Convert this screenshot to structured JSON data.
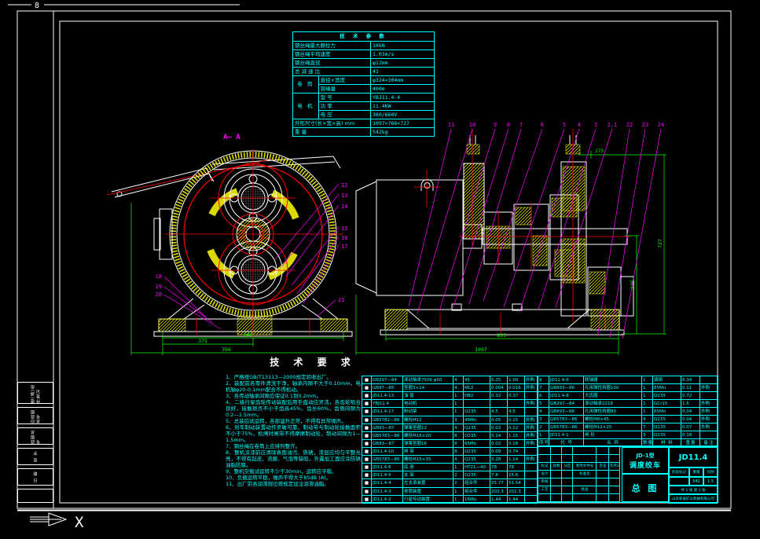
{
  "frame": {
    "fold_mark": "8",
    "ucs_x_label": "X"
  },
  "margin_blocks": [
    "借(通)用件登记",
    "旧底图总号",
    "底图总号",
    "签 字",
    "日 期",
    ""
  ],
  "spec_table": {
    "title": "技 术 参 数",
    "max_pull": {
      "label": "钢丝绳最大静拉力",
      "value": "10kN"
    },
    "rope_speed": {
      "label": "钢丝绳平均速度",
      "value": "1.03m/s"
    },
    "rope_dia": {
      "label": "钢丝绳直径",
      "value": "φ12mm"
    },
    "ratio": {
      "label": "总 减 速 比",
      "value": "41"
    },
    "drum": {
      "label": "卷 筒",
      "dims_label": "直径×宽度",
      "dims": "φ324×304mm",
      "capacity_label": "容绳量",
      "capacity": "400m"
    },
    "motor": {
      "label": "电 机",
      "model_label": "型 号",
      "model": "YBJ11.4-4",
      "power_label": "功 率",
      "power": "11.4KW",
      "voltage_label": "电 压",
      "voltage": "380/660V"
    },
    "overall": {
      "label": "外形尺寸(长×宽×高) mm",
      "value": "1097×766×727"
    },
    "weight": {
      "label": "重   量",
      "value": "542kg"
    }
  },
  "left_view": {
    "section_label": "A— A",
    "dims": {
      "width_base": "640",
      "width_half": "375",
      "width_total": "766"
    },
    "leaders_right": [
      "12",
      "13",
      "14",
      "15",
      "16",
      "17"
    ],
    "leaders_left": [
      "18",
      "19",
      "20"
    ],
    "leader_21": "21"
  },
  "right_view": {
    "leaders_top": [
      "11",
      "10",
      "9",
      "8",
      "7",
      "6",
      "5",
      "4",
      "3",
      "2,1",
      "22",
      "23",
      "24"
    ],
    "dims": {
      "base": "865",
      "total_length": "1097",
      "total_height": "727",
      "height_inner": "325",
      "top_offset": "173"
    }
  },
  "tech_requirements": {
    "title": "技 术 要 求",
    "items": [
      "严格按GB/T13113—2000规定验收出厂。",
      "装配前各零件清洗干净，轴承内隙不大于0.10mm，电机轴φ20-0.1mm配合不得松动。",
      "各传动轴承间隙应保证0.1到0.2mm。",
      "二级行星齿轮传动装配后用手盘动应灵活，各齿轮啮合良好，接触斑点不小于齿高45%、齿长60%，齿侧间隙为0.2—1.5mm。",
      "总装后试运转，各部温升正常，不得有异常噪声。",
      "刹车制动装置动作灵敏可靠，制动带与制动轮接触面积不小于75%，松闸时闸带不得摩擦制动轮，制动间隙为1—1.5mm。",
      "钢丝绳在卷筒上应排列整齐。",
      "整机涂漆前应清除表面油污、铁锈，漆层应均匀平整光亮，不得有起皮、流痕、气泡等缺陷，外露加工面应涂防锈油脂防腐。",
      "整机空载试运转不少于30min，运转应平稳。",
      "负载运转平稳，噪声不得大于85dB (A)。",
      "出厂前各润滑部位按规定加注润滑油脂。"
    ]
  },
  "bom_left": {
    "rows": [
      [
        "■",
        "GB297—84",
        "滚动轴承7506 φ50",
        "4",
        "45",
        "0.25",
        "1.00",
        "外购"
      ],
      [
        "■",
        "GB97—85",
        "垫圈3×14",
        "4",
        "ML3",
        "0.004",
        "0.016",
        "外购"
      ],
      [
        "■",
        "JD11.4-13",
        "油  窗",
        "1",
        "HB2",
        "0.32",
        "0.37",
        ""
      ],
      [
        "■",
        "YBJ11.4",
        "电动机",
        "1",
        "",
        "",
        "",
        "外购"
      ],
      [
        "■",
        "JD11.4-17",
        "制动架",
        "1",
        "Q235",
        "4.5",
        "4.5",
        ""
      ],
      [
        "■",
        "GB5782—86",
        "螺栓M12",
        "3",
        "45Mn",
        "0.05",
        "0.15",
        "外购"
      ],
      [
        "■",
        "GB93—87",
        "弹簧垫圈12",
        "4",
        "Q235",
        "0.03",
        "0.12",
        "外购"
      ],
      [
        "■",
        "GB5783—86",
        "螺栓M16×20",
        "8",
        "Q235",
        "0.14",
        "1.15",
        "外购"
      ],
      [
        "■",
        "GB93—87",
        "弹簧垫圈16",
        "8",
        "65Mn",
        "0.02",
        "0.16",
        "外购"
      ],
      [
        "■",
        "JD11.4-10",
        "闸  带",
        "8",
        "Q235",
        "0.09",
        "0.74",
        ""
      ],
      [
        "■",
        "GB5783—86",
        "螺栓M16×35",
        "4",
        "Q235",
        "0.28",
        "1.14",
        "外购"
      ],
      [
        "■",
        "JD11.4-6",
        "底  座",
        "1",
        "HT21—40",
        "78",
        "78",
        ""
      ],
      [
        "■",
        "JD11.4-5",
        "支  架",
        "2",
        "Q235",
        "7.8",
        "15.6",
        ""
      ],
      [
        "■",
        "JD11.4-4",
        "左支承装置",
        "2",
        "组合件",
        "25.77",
        "51.54",
        ""
      ],
      [
        "■",
        "JD11.4-3",
        "卷筒装置",
        "1",
        "组合件",
        "202.3",
        "202.3",
        ""
      ],
      [
        "■",
        "JD11.4-2",
        "行星传动装置",
        "1",
        "16Mn",
        "1.44",
        "1.44",
        ""
      ]
    ]
  },
  "bom_right": {
    "rows": [
      [
        "8",
        "JD11.4-9",
        "联轴器",
        "1",
        "铸钢",
        "6.34",
        ""
      ],
      [
        "7",
        "GB893—86",
        "孔用弹性挡圈100",
        "1",
        "65Mn",
        "0.11",
        "外购"
      ],
      [
        "6",
        "JD11.4-8",
        "大齿圈",
        "1",
        "Q235",
        "0.72",
        ""
      ],
      [
        "5",
        "GB297—84",
        "滚动轴承2218",
        "1",
        "GCr15",
        "1.6",
        "外购"
      ],
      [
        "4",
        "GB893—86",
        "孔用弹性挡圈80",
        "1",
        "65Mn",
        "0.04",
        "外购"
      ],
      [
        "3",
        "GB5783—86",
        "螺栓M8×45",
        "4",
        "Q235",
        "0.04",
        "外购"
      ],
      [
        "2",
        "GB5783—86",
        "螺栓M12×25",
        "7",
        "Q235",
        "0.07",
        "外购"
      ],
      [
        "1",
        "JD11.4-1",
        "闸  轮",
        "3",
        "Q235",
        "0.18",
        ""
      ]
    ],
    "header": [
      "序号",
      "代  号",
      "名  称",
      "数量",
      "材  料",
      "重量",
      "备注"
    ]
  },
  "title_block": {
    "sig_rows": [
      [
        "",
        "",
        "",
        "",
        "",
        ""
      ],
      [
        "",
        "",
        "",
        "",
        "",
        ""
      ],
      [
        "标记",
        "处数",
        "分区",
        "更改文件号",
        "签名",
        "年月日"
      ],
      [
        "设计",
        "",
        "",
        "标准化",
        "",
        ""
      ],
      [
        "审核",
        "",
        "",
        "",
        "",
        ""
      ],
      [
        "工艺",
        "",
        "",
        "批准",
        "",
        ""
      ],
      [
        "",
        "",
        "",
        "",
        "",
        ""
      ]
    ],
    "model_line1": "JD-1型",
    "model_line2": "调度绞车",
    "drawing_type": "总  图",
    "drawing_no": "JD11.4",
    "stage_label": "阶段标记",
    "weight_label": "重量",
    "scale_label": "比例",
    "weight_value": "542",
    "scale_value": "1:5",
    "sheet_info": "共 1 张 第 1 张",
    "company": "山东新泰矿山机械有限公司"
  }
}
